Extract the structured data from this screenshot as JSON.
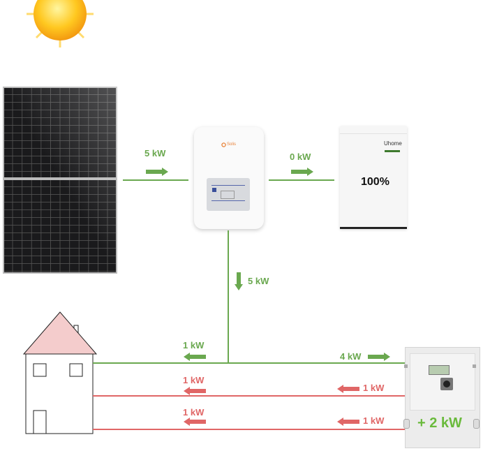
{
  "colors": {
    "green": "#6aa84f",
    "red": "#e06666",
    "roof": "#f4cccc"
  },
  "solar_to_inverter": {
    "label": "5 kW"
  },
  "inverter_to_battery": {
    "label": "0 kW"
  },
  "inverter": {
    "brand": "Solis"
  },
  "battery": {
    "brand": "Uhome",
    "charge": "100%"
  },
  "inverter_to_grid": {
    "label": "5 kW"
  },
  "house_green": {
    "label": "1 kW"
  },
  "meter_green": {
    "label": "4 kW"
  },
  "house_red_1": {
    "label": "1 kW"
  },
  "meter_red_1": {
    "label": "1 kW"
  },
  "house_red_2": {
    "label": "1 kW"
  },
  "meter_red_2": {
    "label": "1 kW"
  },
  "meter": {
    "value": "+ 2 kW"
  }
}
